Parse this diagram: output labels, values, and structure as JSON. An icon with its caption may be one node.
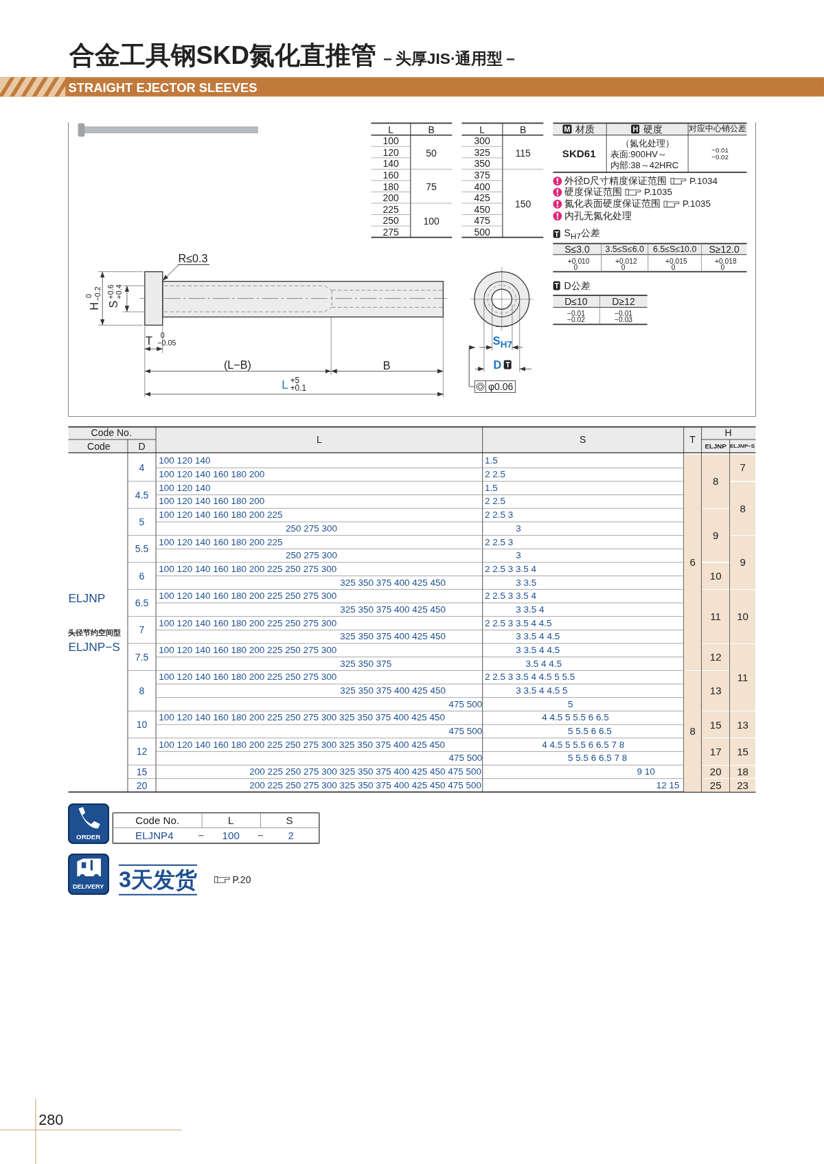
{
  "diagram": {
    "title": "合金工具钢SKD氮化直推管",
    "nodes": [
      {
        "text": [
          "R≤0.3"
        ]
      },
      {
        "text": [
          "φ0.06"
        ]
      },
      {
        "text": [],
        "shape": "box"
      },
      {
        "text": [],
        "shape": "picture"
      }
    ],
    "edges": [
      {
        "from": 0,
        "to": 2,
        "arrow": "to"
      },
      {
        "from": 1,
        "to": 3,
        "arrow": "to"
      }
    ],
    "labels": [
      "－头厚JIS·通用型－",
      "STRAIGHT EJECTOR SLEEVES",
      "L",
      "B",
      "100",
      "120",
      "140",
      "160",
      "180",
      "200",
      "225",
      "250",
      "275",
      "50",
      "75",
      "100",
      "L",
      "B",
      "300",
      "325",
      "350",
      "375",
      "400",
      "425",
      "450",
      "475",
      "500",
      "115",
      "150",
      "M",
      "材质",
      "H",
      "硬度",
      "对应中心销公差",
      "SKD61",
      "（氮化处理）",
      "表面:900HV～",
      "内部:38～42HRC",
      "−0.01",
      "−0.02",
      "外径D尺寸精度保证范围",
      "P.1034",
      "硬度保证范围",
      "P.1035",
      "氮化表面硬度保证范围",
      "P.1035",
      "内孔无氮化处理",
      "T",
      "S$_{H7}$公差",
      "S≤3.0",
      "3.5≤S≤6.0",
      "6.5≤S≤10.0",
      "S≥12.0",
      "+0.010",
      "0",
      "+0.012",
      "0",
      "+0.015",
      "0",
      "+0.018",
      "0",
      "T",
      "D公差",
      "D≤10",
      "D≥12",
      "−0.01",
      "−0.02",
      "−0.01",
      "−0.03",
      "H",
      "0",
      "−0.2",
      "S",
      "+0.6",
      "+0.4",
      "T",
      "0",
      "−0.05",
      "(L−B)",
      "B",
      "L",
      "+5",
      "+0.1",
      "S$_{H7}$",
      "D",
      "T",
      "Code No.",
      "Code",
      "D",
      "L",
      "S",
      "T",
      "H",
      "ELJNP",
      "ELJNP−S",
      "ELJNP",
      "头径节约空间型",
      "ELJNP−S",
      "4",
      "4.5",
      "5",
      "5.5",
      "6",
      "6.5",
      "7",
      "7.5",
      "8",
      "10",
      "12",
      "15",
      "20",
      "100 120 140",
      "100 120 140 160 180 200",
      "100 120 140",
      "100 120 140 160 180 200",
      "100 120 140 160 180 200 225",
      "250 275 300",
      "100 120 140 160 180 200 225",
      "250 275 300",
      "100 120 140 160 180 200 225 250 275 300",
      "325 350 375 400 425 450",
      "100 120 140 160 180 200 225 250 275 300",
      "325 350 375 400 425 450",
      "100 120 140 160 180 200 225 250 275 300",
      "325 350 375 400 425 450",
      "100 120 140 160 180 200 225 250 275 300",
      "325 350 375",
      "100 120 140 160 180 200 225 250 275 300",
      "325 350 375 400 425 450",
      "475 500",
      "100 120 140 160 180 200 225 250 275 300 325 350 375 400 425 450",
      "475 500",
      "100 120 140 160 180 200 225 250 275 300 325 350 375 400 425 450",
      "475 500",
      "200 225 250 275 300 325 350 375 400 425 450 475 500",
      "200 225 250 275 300 325 350 375 400 425 450 475 500",
      "1.5",
      "2 2.5",
      "1.5",
      "2 2.5",
      "2 2.5 3",
      "3",
      "2 2.5 3",
      "3",
      "2 2.5 3 3.5 4",
      "3 3.5",
      "2 2.5 3 3.5 4",
      "3 3.5 4",
      "2 2.5 3 3.5 4 4.5",
      "3 3.5 4 4.5",
      "3 3.5 4 4.5",
      "3.5 4 4.5",
      "2 2.5 3 3.5 4 4.5 5 5.5",
      "3 3.5 4 4.5 5",
      "5",
      "4 4.5 5 5.5 6 6.5",
      "5 5.5 6 6.5",
      "4 4.5 5 5.5 6 6.5 7 8",
      "5 5.5 6 6.5 7 8",
      "9 10",
      "12 15",
      "6",
      "8",
      "8",
      "9",
      "10",
      "11",
      "12",
      "13",
      "15",
      "17",
      "20",
      "25",
      "7",
      "8",
      "9",
      "10",
      "11",
      "13",
      "15",
      "18",
      "23",
      "ORDER",
      "Code No.",
      "L",
      "S",
      "ELJNP4",
      "−",
      "100",
      "−",
      "2",
      "DELIVERY",
      "3天发货",
      "P.20",
      "280"
    ]
  }
}
